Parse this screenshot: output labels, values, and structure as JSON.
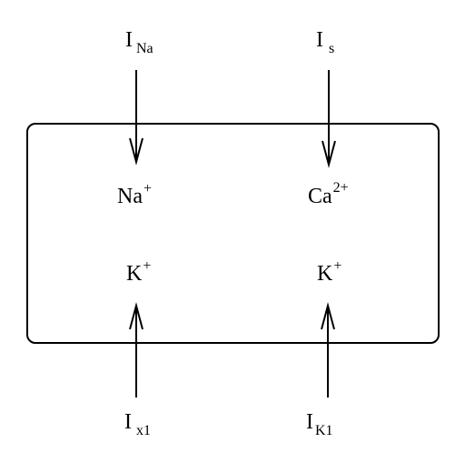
{
  "currents": {
    "top_left": {
      "main": "I",
      "sub": "Na"
    },
    "top_right": {
      "main": "I",
      "sub": "s"
    },
    "bottom_left": {
      "main": "I",
      "sub": "x1"
    },
    "bottom_right": {
      "main": "I",
      "sub": "K1"
    }
  },
  "ions": {
    "sodium": {
      "main": "Na",
      "sup": "+"
    },
    "calcium": {
      "main": "Ca",
      "sup": "2+"
    },
    "potassium_left": {
      "main": "K",
      "sup": "+"
    },
    "potassium_right": {
      "main": "K",
      "sup": "+"
    }
  }
}
